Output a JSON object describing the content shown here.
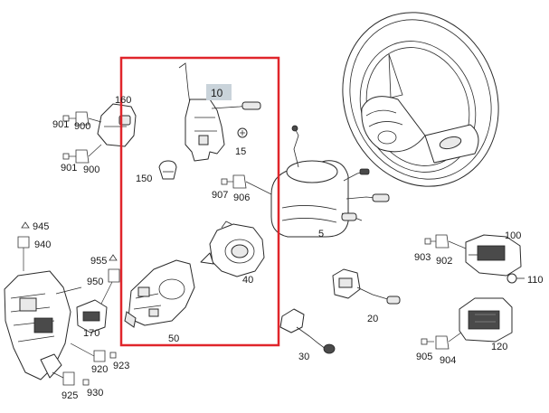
{
  "highlight_color": "#e0252b",
  "badge_bg": "#c9d3da",
  "labels": {
    "p10": "10",
    "p15": "15",
    "p150": "150",
    "p160": "160",
    "p901a": "901",
    "p900a": "900",
    "p901b": "901",
    "p900b": "900",
    "p907": "907",
    "p906": "906",
    "p5": "5",
    "p945": "945",
    "p940": "940",
    "p955": "955",
    "p950": "950",
    "p170": "170",
    "p920": "920",
    "p923": "923",
    "p925": "925",
    "p930": "930",
    "p40": "40",
    "p50": "50",
    "p20": "20",
    "p30": "30",
    "p100": "100",
    "p903": "903",
    "p902": "902",
    "p110": "110",
    "p120": "120",
    "p905": "905",
    "p904": "904"
  }
}
